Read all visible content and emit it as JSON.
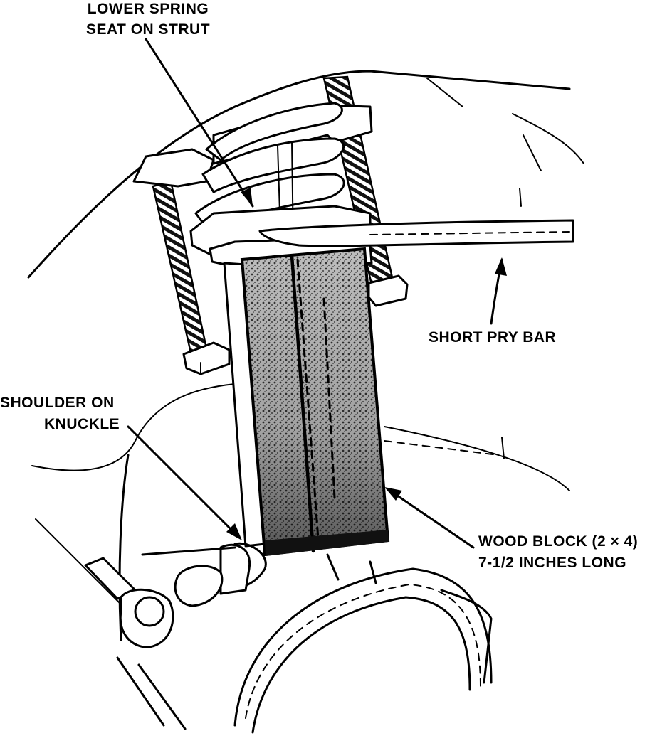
{
  "labels": {
    "lower_spring_seat": [
      "LOWER SPRING",
      "SEAT ON STRUT"
    ],
    "short_pry_bar": "SHORT PRY BAR",
    "shoulder_on_knuckle": [
      "SHOULDER ON",
      "KNUCKLE"
    ],
    "wood_block": [
      "WOOD BLOCK (2 × 4)",
      "7-1/2 INCHES LONG"
    ]
  },
  "colors": {
    "ink": "#000000",
    "paper": "#ffffff"
  }
}
